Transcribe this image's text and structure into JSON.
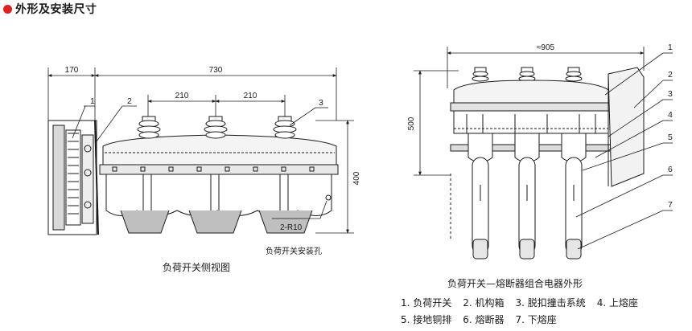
{
  "header": {
    "title": "外形及安装尺寸"
  },
  "left_view": {
    "caption": "负荷开关侧视图",
    "dims": {
      "d170": "170",
      "d730": "730",
      "d210a": "210",
      "d210b": "210",
      "d400": "400"
    },
    "hole_label": "2-R10",
    "hole_caption": "负荷开关安装孔",
    "callouts": [
      "1",
      "2",
      "3"
    ]
  },
  "right_view": {
    "caption": "负荷开关—熔断器组合电器外形",
    "dims": {
      "d905": "≈905",
      "d500": "500"
    },
    "callouts": [
      "1",
      "2",
      "3",
      "4",
      "5",
      "6",
      "7"
    ]
  },
  "legend": {
    "row1": [
      "1. 负荷开关",
      "2. 机构箱",
      "3. 脱扣撞击系统",
      "4. 上熔座"
    ],
    "row2": [
      "5. 接地铜排",
      "6. 熔断器",
      "7. 下熔座"
    ]
  }
}
